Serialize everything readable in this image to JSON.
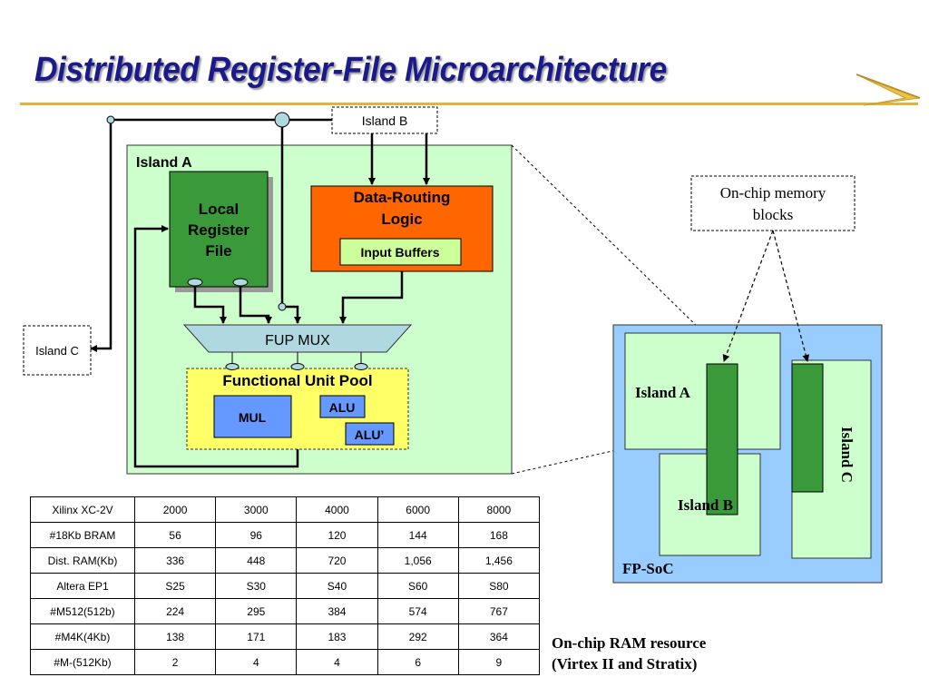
{
  "title": "Distributed Register-File Microarchitecture",
  "diagram": {
    "island_a_label": "Island A",
    "island_b_label": "Island B",
    "island_c_label": "Island C",
    "local_register_file": [
      "Local",
      "Register",
      "File"
    ],
    "data_routing_logic": [
      "Data-Routing",
      "Logic"
    ],
    "input_buffers": "Input Buffers",
    "fup_mux": "FUP MUX",
    "functional_unit_pool": "Functional Unit Pool",
    "mul": "MUL",
    "alu": "ALU",
    "alu_prime": "ALU’"
  },
  "fpsoc": {
    "memory_callout": [
      "On-chip memory",
      "blocks"
    ],
    "island_a": "Island A",
    "island_b": "Island B",
    "island_c": "Island C",
    "label": "FP-SoC"
  },
  "table": {
    "rows": [
      [
        "Xilinx XC-2V",
        "2000",
        "3000",
        "4000",
        "6000",
        "8000"
      ],
      [
        "#18Kb BRAM",
        "56",
        "96",
        "120",
        "144",
        "168"
      ],
      [
        "Dist. RAM(Kb)",
        "336",
        "448",
        "720",
        "1,056",
        "1,456"
      ],
      [
        "Altera EP1",
        "S25",
        "S30",
        "S40",
        "S60",
        "S80"
      ],
      [
        "#M512(512b)",
        "224",
        "295",
        "384",
        "574",
        "767"
      ],
      [
        "#M4K(4Kb)",
        "138",
        "171",
        "183",
        "292",
        "364"
      ],
      [
        "#M-(512Kb)",
        "2",
        "4",
        "4",
        "6",
        "9"
      ]
    ],
    "caption": [
      "On-chip RAM resource",
      "(Virtex II and Stratix)"
    ]
  },
  "colors": {
    "title": "#1a1a8c",
    "title_rule": "#e2b43a",
    "island_fill": "#ccffcc",
    "register_file": "#3a9a3a",
    "data_routing": "#ff6600",
    "input_buffers": "#ccff99",
    "fup_mux": "#b0d8e0",
    "fu_pool": "#ffff66",
    "mul": "#6699ff",
    "alu": "#6699ff",
    "fpsoc_fill": "#99ccff"
  }
}
